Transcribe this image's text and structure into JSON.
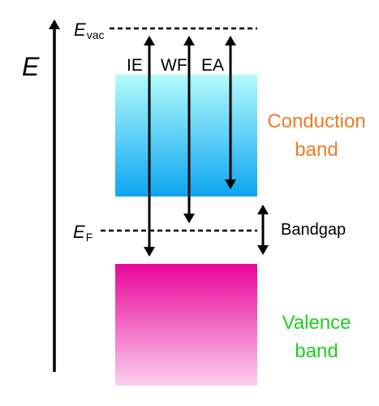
{
  "axis": {
    "label": "E"
  },
  "levels": {
    "vacuum": {
      "symbol": "E",
      "subscript": "vac"
    },
    "fermi": {
      "symbol": "E",
      "subscript": "F"
    }
  },
  "arrows": {
    "ionization_energy": "IE",
    "work_function": "WF",
    "electron_affinity": "EA",
    "bandgap": "Bandgap"
  },
  "bands": {
    "conduction": {
      "line1": "Conduction",
      "line2": "band",
      "label_color": "#f07b22",
      "top_color": "#b3fbfb",
      "bottom_color": "#0da5f1"
    },
    "valence": {
      "line1": "Valence",
      "line2": "band",
      "label_color": "#22cc22",
      "top_color": "#e8059a",
      "bottom_color": "#fbd0ef"
    }
  },
  "colors": {
    "ink": "#000000"
  }
}
